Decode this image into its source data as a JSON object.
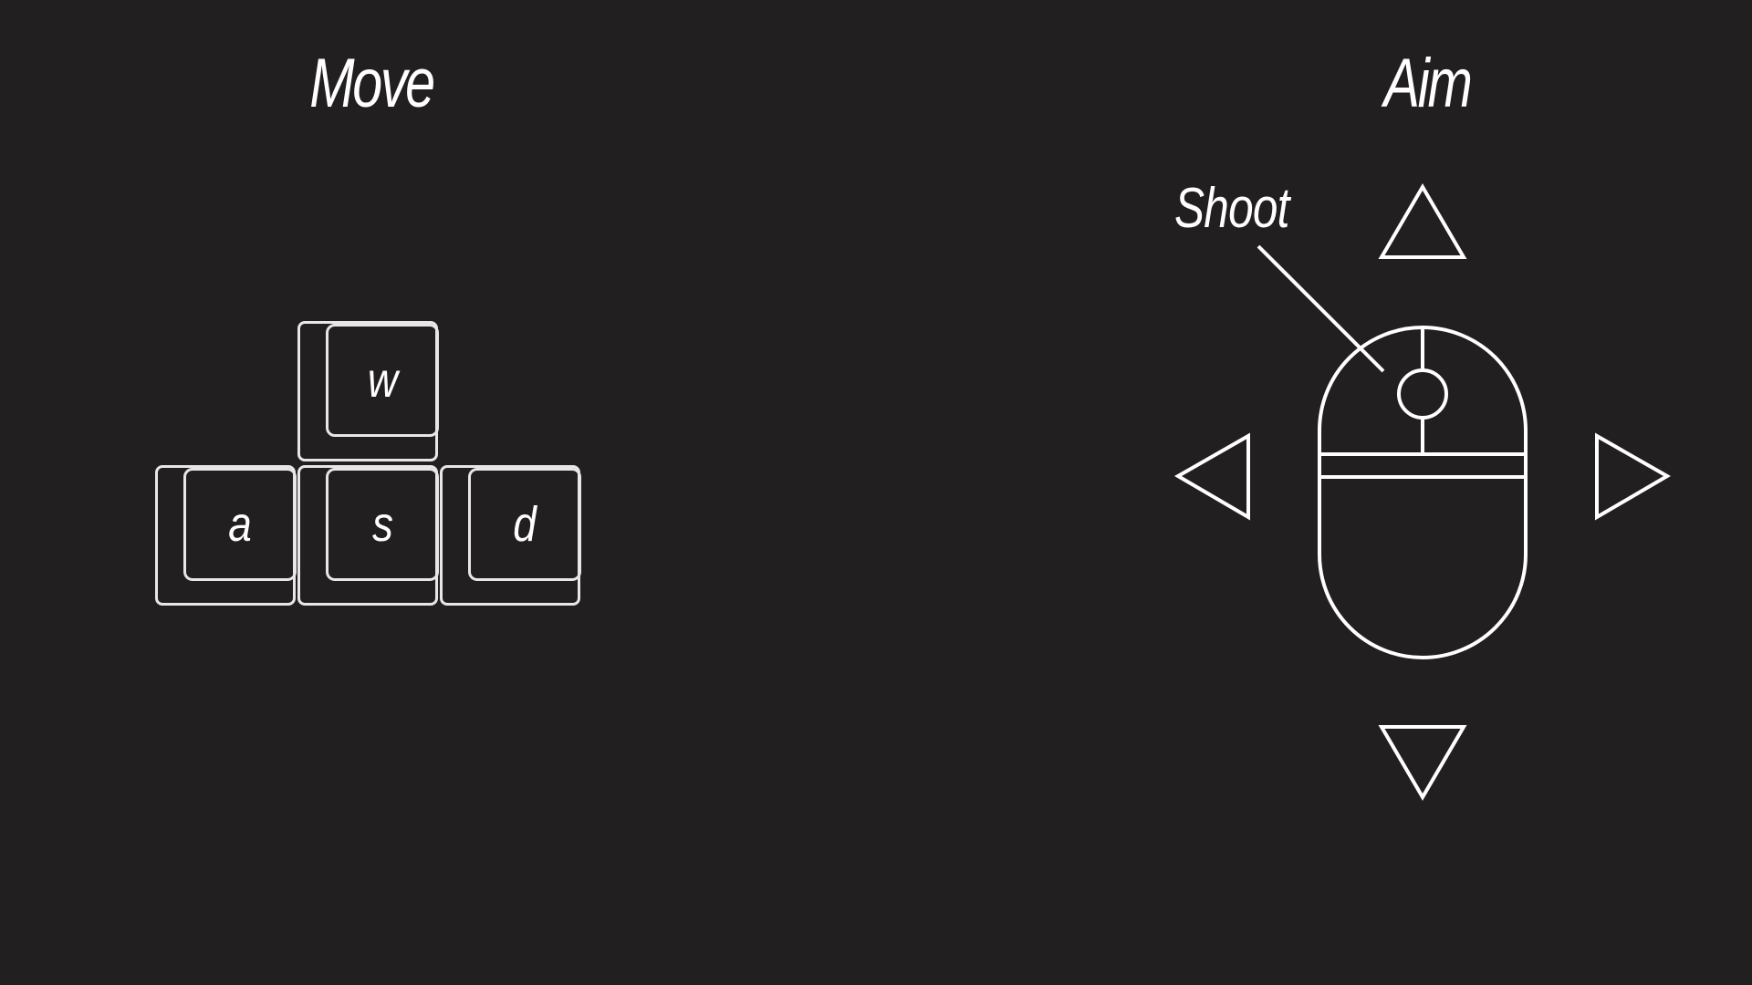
{
  "headings": {
    "move": "Move",
    "aim": "Aim"
  },
  "keys": {
    "w": "w",
    "a": "a",
    "s": "s",
    "d": "d"
  },
  "mouse": {
    "shoot_label": "Shoot"
  },
  "colors": {
    "background": "#221f20",
    "stroke": "#ffffff",
    "key_stroke": "#e8e6e6"
  },
  "icons": {
    "aim_up": "triangle-up-icon",
    "aim_down": "triangle-down-icon",
    "aim_left": "triangle-left-icon",
    "aim_right": "triangle-right-icon",
    "mouse": "mouse-icon"
  }
}
